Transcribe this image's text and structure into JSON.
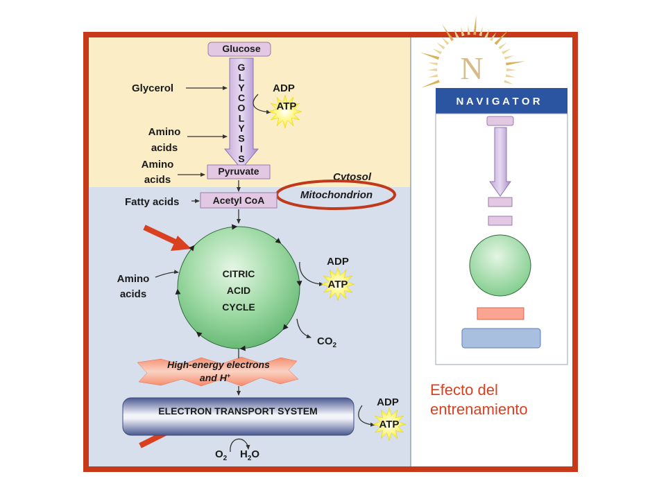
{
  "glycolysis": {
    "glucose": "Glucose",
    "letters": [
      "G",
      "L",
      "Y",
      "C",
      "O",
      "L",
      "Y",
      "S",
      "I",
      "S"
    ],
    "glycerol": "Glycerol",
    "adp": "ADP",
    "atp": "ATP",
    "amino_1": [
      "Amino",
      "acids"
    ],
    "amino_2": [
      "Amino",
      "acids"
    ],
    "pyruvate": "Pyruvate"
  },
  "compartments": {
    "cytosol": "Cytosol",
    "mitochondrion": "Mitochondrion"
  },
  "krebs": {
    "fatty_acids": "Fatty acids",
    "acetyl_coa": "Acetyl CoA",
    "cycle_lines": [
      "CITRIC",
      "ACID",
      "CYCLE"
    ],
    "amino": [
      "Amino",
      "acids"
    ],
    "adp": "ADP",
    "atp": "ATP",
    "co2_main": "CO",
    "co2_sub": "2"
  },
  "electrons": {
    "line1": "High-energy electrons",
    "line2_main": "and H",
    "line2_sup": "+"
  },
  "ets": {
    "label": "ELECTRON TRANSPORT SYSTEM",
    "adp": "ADP",
    "atp": "ATP",
    "o2_main": "O",
    "o2_sub": "2",
    "h2o_a": "H",
    "h2o_sub": "2",
    "h2o_b": "O"
  },
  "navigator": {
    "logo_letter": "N",
    "title": "N A V I G A T O R"
  },
  "caption": [
    "Efecto del",
    "entrenamiento"
  ],
  "colors": {
    "frame": "#c8391a",
    "cytosol_bg": "#fbedc6",
    "mito_bg": "#d7dfec",
    "box_purple": "#e3c8e3",
    "box_blue": "#a9bfe0",
    "ets_bar": "#4e5c96",
    "navigator_bar": "#2b55a0",
    "arrow_red": "#d8401f",
    "atp_star": "#fbf23a",
    "caption": "#d8401f"
  }
}
